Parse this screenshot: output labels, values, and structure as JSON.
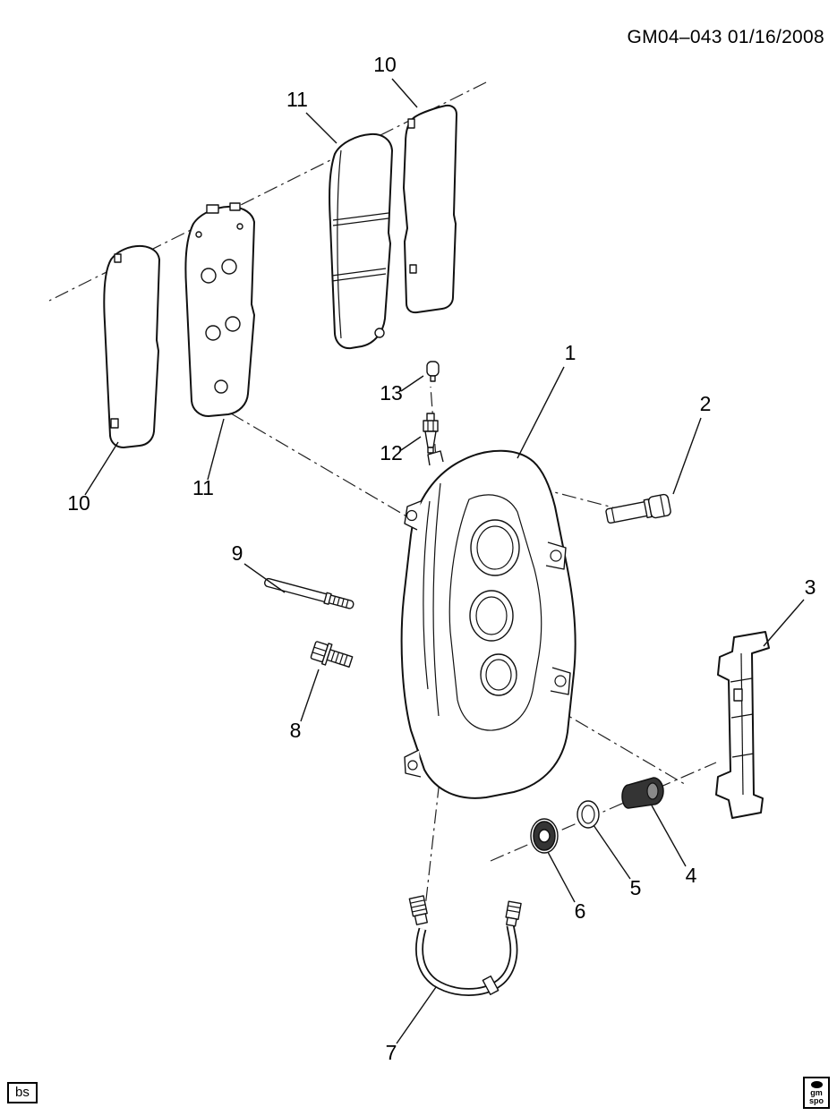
{
  "header": {
    "doc_code": "GM04–043 01/16/2008"
  },
  "callouts": {
    "caliper": "1",
    "guide_pin_bolt": "2",
    "bracket_clip": "3",
    "bushing": "4",
    "washer_seal": "5",
    "piston_seal": "6",
    "brake_hose": "7",
    "mounting_bolt": "8",
    "guide_pin": "9",
    "shim_right": "10",
    "shim_left": "10",
    "pad_right": "11",
    "pad_left": "11",
    "bleeder_valve": "12",
    "bleeder_cap": "13"
  },
  "footer": {
    "author_code": "bs",
    "logo_top": "gm",
    "logo_bottom": "spo"
  }
}
